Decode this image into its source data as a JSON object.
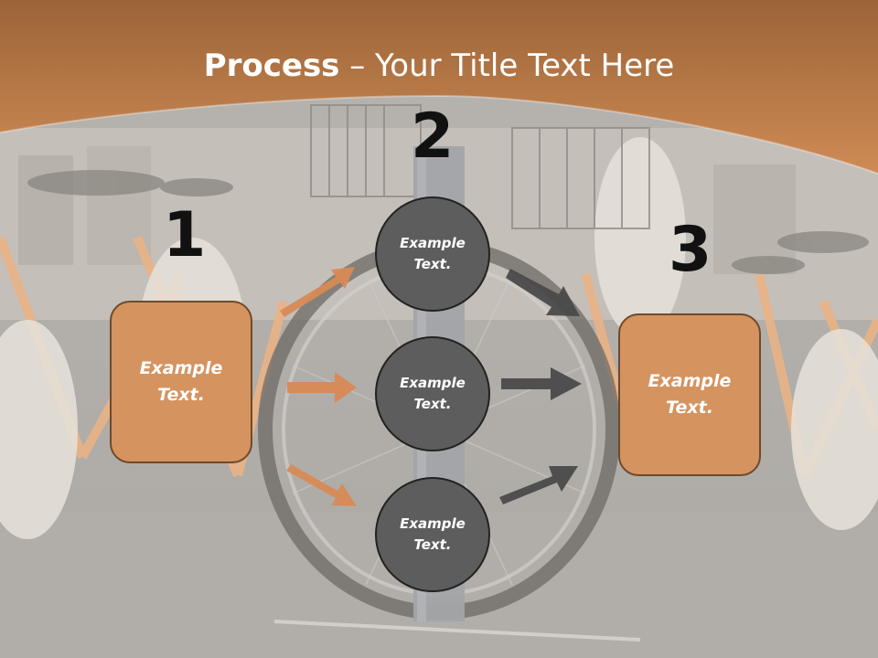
{
  "title": {
    "bold": "Process",
    "rest": " – Your Title Text Here"
  },
  "colors": {
    "header_orange": "#c8824f",
    "box_fill": "#d5935f",
    "box_border": "#6e4a2c",
    "circle_fill": "#5d5d5d",
    "orange_arrow": "#d88a55",
    "gray_arrow": "#4a4a4a"
  },
  "numbers": [
    "1",
    "2",
    "3"
  ],
  "left_box": {
    "text": "Example\nText."
  },
  "right_box": {
    "text": "Example\nText."
  },
  "circles": [
    {
      "text": "Example\nText."
    },
    {
      "text": "Example\nText."
    },
    {
      "text": "Example\nText."
    }
  ],
  "background": "photo of rental bicycles with baskets"
}
